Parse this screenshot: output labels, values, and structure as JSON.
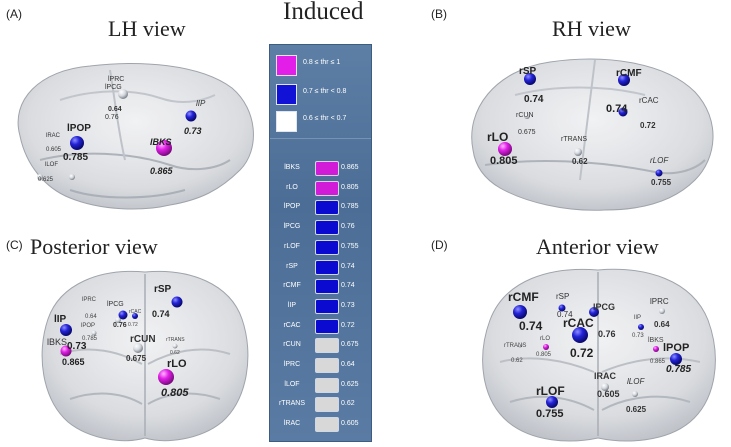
{
  "title": "Induced",
  "colors": {
    "magenta": "#e21ee8",
    "blue": "#1212d6",
    "white": "#dcdcdc"
  },
  "legend": {
    "items": [
      {
        "label": "0.8 ≤ thr ≤ 1",
        "color": "#e21ee8"
      },
      {
        "label": "0.7 ≤ thr < 0.8",
        "color": "#1212d6"
      },
      {
        "label": "0.6 ≤ thr < 0.7",
        "color": "#ffffff"
      }
    ]
  },
  "regions": [
    {
      "name": "lBKS",
      "value": "0.865",
      "color": "#d21bd8"
    },
    {
      "name": "rLO",
      "value": "0.805",
      "color": "#d21bd8"
    },
    {
      "name": "lPOP",
      "value": "0.785",
      "color": "#0a0ad0"
    },
    {
      "name": "lPCG",
      "value": "0.76",
      "color": "#0a0ad0"
    },
    {
      "name": "rLOF",
      "value": "0.755",
      "color": "#0a0ad0"
    },
    {
      "name": "rSP",
      "value": "0.74",
      "color": "#0a0ad0"
    },
    {
      "name": "rCMF",
      "value": "0.74",
      "color": "#0a0ad0"
    },
    {
      "name": "lIP",
      "value": "0.73",
      "color": "#0a0ad0"
    },
    {
      "name": "rCAC",
      "value": "0.72",
      "color": "#0a0ad0"
    },
    {
      "name": "rCUN",
      "value": "0.675",
      "color": "#d8d8d8"
    },
    {
      "name": "lPRC",
      "value": "0.64",
      "color": "#d8d8d8"
    },
    {
      "name": "lLOF",
      "value": "0.625",
      "color": "#d8d8d8"
    },
    {
      "name": "rTRANS",
      "value": "0.62",
      "color": "#d8d8d8"
    },
    {
      "name": "lRAC",
      "value": "0.605",
      "color": "#d8d8d8"
    }
  ],
  "panels": {
    "A": {
      "letter": "(A)",
      "title": "LH view",
      "labels": {
        "lprc": "lPRC",
        "lpcg": "lPCG",
        "v064": "0.64",
        "v076": "0.76",
        "lip": "lIP",
        "v073": "0.73",
        "lpop": "lPOP",
        "v0785": "0.785",
        "lrac": "lRAC",
        "v0605": "0.605",
        "lbks": "lBKS",
        "v0865": "0.865",
        "llof": "lLOF",
        "v0625": "0.625"
      }
    },
    "B": {
      "letter": "(B)",
      "title": "RH view",
      "labels": {
        "rsp": "rSP",
        "v074a": "0.74",
        "rcmf": "rCMF",
        "v074b": "0.74",
        "rcac": "rCAC",
        "v072": "0.72",
        "rcun": "rCUN",
        "v0675": "0.675",
        "rlo": "rLO",
        "v0805": "0.805",
        "rtrans": "rTRANS",
        "v062": "0.62",
        "rlof": "rLOF",
        "v0755": "0.755"
      }
    },
    "C": {
      "letter": "(C)",
      "title": "Posterior view",
      "labels": {
        "rsp": "rSP",
        "v074": "0.74",
        "lprc": "lPRC",
        "v064": "0.64",
        "lpcg": "lPCG",
        "v076": "0.76",
        "rcac": "rCAC",
        "v072": "0.72",
        "lip": "lIP",
        "v073": "0.73",
        "lpop": "lPOP",
        "v0785": "0.785",
        "lbks": "lBKS",
        "v0865": "0.865",
        "rcun": "rCUN",
        "v0675": "0.675",
        "rtrans": "rTRANS",
        "v062": "0.62",
        "rlo": "rLO",
        "v0805": "0.805"
      }
    },
    "D": {
      "letter": "(D)",
      "title": "Anterior view",
      "labels": {
        "rcmf": "rCMF",
        "v074a": "0.74",
        "rsp": "rSP",
        "v074b": "0.74",
        "lpcg": "lPCG",
        "v076": "0.76",
        "lprc": "lPRC",
        "v064": "0.64",
        "rcac": "rCAC",
        "v072": "0.72",
        "lip": "lIP",
        "v073": "0.73",
        "rlo": "rLO",
        "v0805": "0.805",
        "rtrans": "rTRANS",
        "v062": "0.62",
        "lbks": "lBKS",
        "v0865": "0.865",
        "lpop": "lPOP",
        "v0785": "0.785",
        "rlof": "rLOF",
        "v0755": "0.755",
        "lrac": "lRAC",
        "v0605": "0.605",
        "llof": "lLOF",
        "v0625": "0.625"
      }
    }
  }
}
